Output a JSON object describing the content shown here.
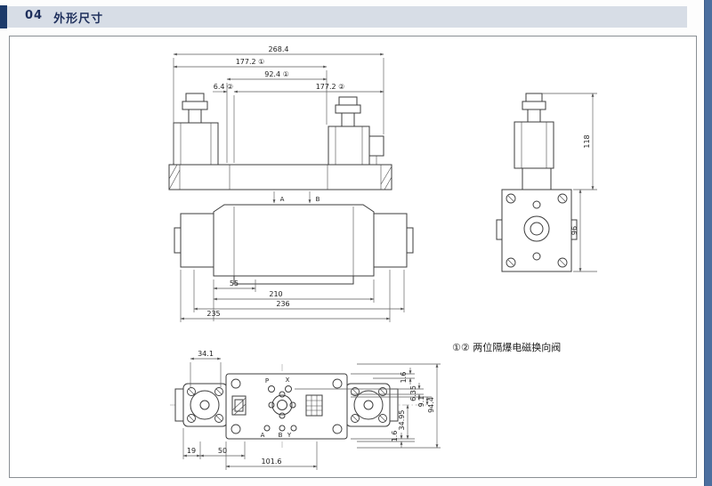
{
  "header": {
    "section_number": "04",
    "title": "外形尺寸"
  },
  "caption": "①② 两位隔爆电磁换向阀",
  "front_view": {
    "dim_overall": "268.4",
    "dim_177_1": "177.2 ①",
    "dim_92_4": "92.4 ①",
    "dim_6_4": "6.4 ②",
    "dim_177_2": "177.2 ②",
    "dim_55": "55",
    "dim_210": "210",
    "dim_236": "236",
    "dim_235": "235",
    "port_a": "A",
    "port_b": "B"
  },
  "side_view": {
    "dim_118": "118",
    "dim_96": "96"
  },
  "top_view": {
    "dim_34_1": "34.1",
    "dim_1_6_top": "1.6",
    "dim_6_35": "6.35",
    "dim_9_1": "9.1",
    "dim_34_95": "34.95",
    "dim_94_4": "94.4",
    "dim_1_6_bottom": "1.6",
    "dim_19": "19",
    "dim_50": "50",
    "dim_101_6": "101.6",
    "port_p": "P",
    "port_x": "X",
    "port_a": "A",
    "port_b": "B",
    "port_y": "Y"
  }
}
